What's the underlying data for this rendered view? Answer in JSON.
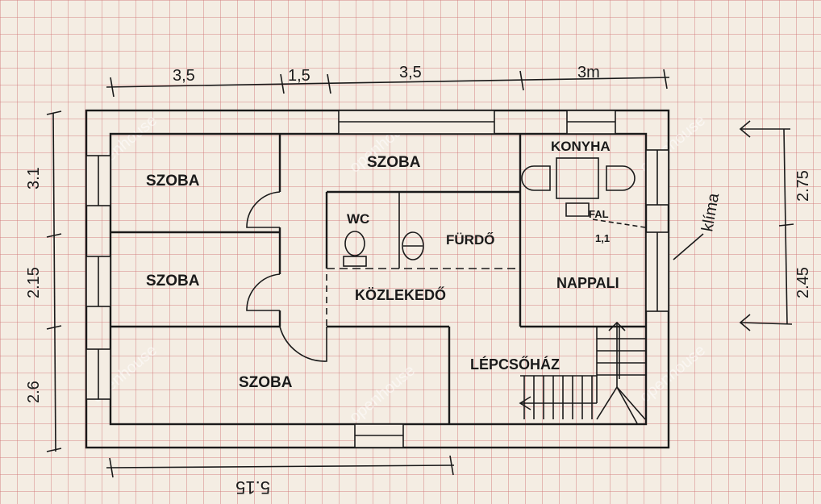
{
  "rooms": {
    "szoba_top_left": "SZOBA",
    "szoba_top_middle": "SZOBA",
    "szoba_middle_left": "SZOBA",
    "szoba_bottom": "SZOBA",
    "konyha": "KONYHA",
    "wc": "WC",
    "furdo": "FÜRDŐ",
    "kozlekedo": "KÖZLEKEDŐ",
    "nappali": "NAPPALI",
    "lepcsohaz": "LÉPCSŐHÁZ"
  },
  "annotations": {
    "klima": "klíma",
    "fal": "FAL",
    "fal_value": "1,1"
  },
  "dimensions": {
    "top": [
      "3,5",
      "1,5",
      "3,5",
      "3m"
    ],
    "left": [
      "3.1",
      "2.15",
      "2.6"
    ],
    "right": [
      "2.75",
      "2.45"
    ],
    "bottom": "5.15"
  },
  "watermark": "openhouse"
}
